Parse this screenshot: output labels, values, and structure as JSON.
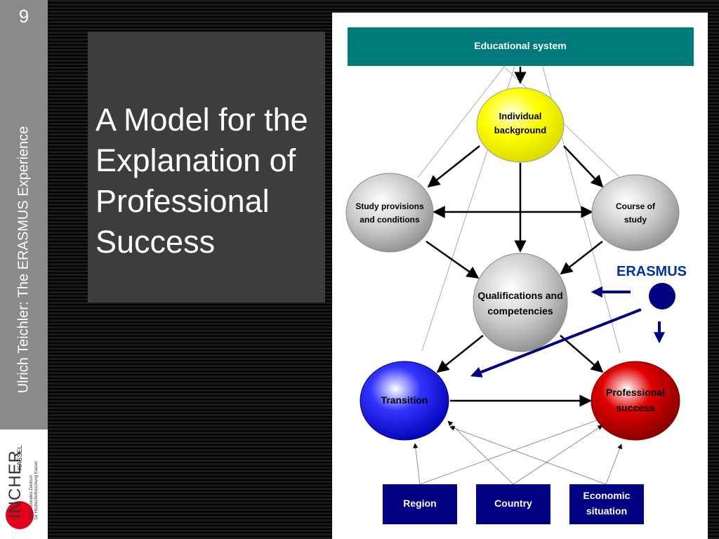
{
  "slide_number": "9",
  "sidebar_title": "Ulrich Teichler: The ERASMUS Experience",
  "logo": {
    "word": "INCHER",
    "city": "KASSEL",
    "subtitle_line1": "Internationales Zentrum",
    "subtitle_line2": "für Hochschulforschung Kassel"
  },
  "title": "A Model for the Explanation of Professional Success",
  "diagram": {
    "header": "Educational system",
    "nodes": {
      "background_line1": "Individual",
      "background_line2": "background",
      "study_provisions_line1": "Study provisions",
      "study_provisions_line2": "and conditions",
      "course_line1": "Course of",
      "course_line2": "study",
      "qualifications_line1": "Qualifications and",
      "qualifications_line2": "competencies",
      "transition": "Transition",
      "success_line1": "Professional",
      "success_line2": "success"
    },
    "erasmus_label": "ERASMUS",
    "bottom_boxes": {
      "region": "Region",
      "country": "Country",
      "economic_line1": "Economic",
      "economic_line2": "situation"
    },
    "colors": {
      "header_teal": "#007b7b",
      "navy": "#000080",
      "erasmus_blue": "#0033a0",
      "yellow": "#ffff00",
      "red": "#cc0000",
      "blue": "#0000ff"
    }
  }
}
